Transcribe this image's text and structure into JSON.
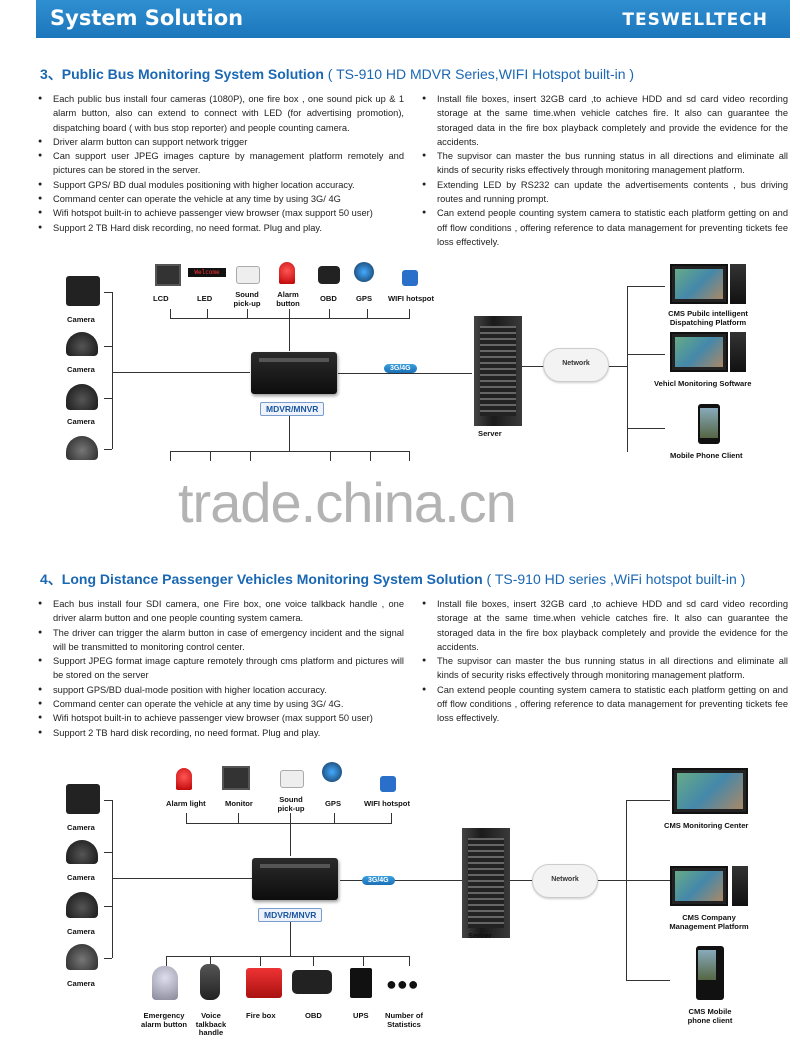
{
  "header": {
    "title": "System Solution",
    "brand": "TESWELLTECH"
  },
  "section3": {
    "title": "3、Public Bus Monitoring System Solution",
    "subtitle": "( TS-910 HD MDVR Series,WIFI Hotspot built-in )",
    "left_bullets": [
      "Each public bus install four cameras (1080P), one fire box , one sound pick up & 1 alarm button, also can extend to connect with LED (for advertising promotion), dispatching board ( with bus stop reporter) and people counting camera.",
      "Driver alarm button can support network trigger",
      "Can support user JPEG images capture by management platform remotely and pictures can be stored in the server.",
      "Support GPS/ BD dual modules positioning with higher location accuracy.",
      "Command center can operate the vehicle at any time by using 3G/ 4G",
      "Wifi hotspot built-in to achieve passenger view browser (max support 50 user)",
      "Support 2 TB Hard disk recording, no need format. Plug and play."
    ],
    "right_bullets": [
      "Install file boxes, insert 32GB card ,to achieve HDD and sd card video recording storage at the same time.when vehicle catches fire. It also can guarantee the storaged data in the fire box playback completely and provide the evidence for the accidents.",
      "The supvisor can master the bus running status in all directions and eliminate all kinds of security risks effectively through monitoring management platform.",
      "Extending LED by RS232 can update the advertisements contents , bus driving routes and running prompt.",
      "Can extend people counting system camera to statistic each platform getting on and off flow conditions , offering reference to data management for preventing tickets fee loss effectively."
    ],
    "diagram": {
      "top_devices": [
        "LCD",
        "LED",
        "Sound pick-up",
        "Alarm button",
        "OBD",
        "GPS",
        "WIFI hotspot"
      ],
      "led_text": "Welcome",
      "cameras": [
        "Camera",
        "Camera",
        "Camera"
      ],
      "mdvr": "MDVR/MNVR",
      "link": "3G/4G",
      "server": "Server",
      "network": "Network",
      "clients": [
        "CMS Pubilc intelligent Dispatching Platform",
        "Vehicl Monitoring Software",
        "Mobile Phone Client"
      ]
    }
  },
  "watermark": "trade.china.cn",
  "section4": {
    "title": "4、Long Distance Passenger Vehicles Monitoring System Solution",
    "subtitle": "( TS-910 HD series ,WiFi hotspot built-in )",
    "left_bullets": [
      "Each bus install four SDI camera, one Fire box, one voice talkback handle , one driver alarm button and one people counting system camera.",
      "The driver can trigger the alarm button in case of emergency incident and the signal will be transmitted to monitoring control center.",
      "Support JPEG format image capture remotely through cms platform and pictures will be stored on the server",
      "support GPS/BD dual-mode position with higher location accuracy.",
      "Command center can operate the vehicle at any time by using 3G/ 4G.",
      "Wifi hotspot built-in to achieve passenger view browser (max support 50 user)",
      "Support 2 TB hard disk recording, no need format. Plug and play."
    ],
    "right_bullets": [
      "Install file boxes, insert 32GB card ,to achieve HDD and sd card video recording storage at the same time.when vehicle catches fire. It also can guarantee the storaged data in the fire box playback completely and provide the evidence for the accidents.",
      "The supvisor can master the bus running status in all directions and eliminate all kinds of security risks effectively through monitoring management platform.",
      "Can extend people counting system camera to statistic each platform getting on and off flow conditions , offering reference to data management for preventing tickets fee loss effectively."
    ],
    "diagram": {
      "top_devices": [
        "Alarm light",
        "Monitor",
        "Sound pick-up",
        "GPS",
        "WIFI hotspot"
      ],
      "cameras": [
        "Camera",
        "Camera",
        "Camera",
        "Camera"
      ],
      "mdvr": "MDVR/MNVR",
      "link": "3G/4G",
      "server": "Server",
      "network": "Network",
      "bottom_devices": [
        "Emergency alarm button",
        "Voice talkback handle",
        "Fire box",
        "OBD",
        "UPS",
        "Number of Statistics"
      ],
      "clients": [
        "CMS Monitoring Center",
        "CMS Company Management Platform",
        "CMS Mobile phone client"
      ]
    }
  }
}
